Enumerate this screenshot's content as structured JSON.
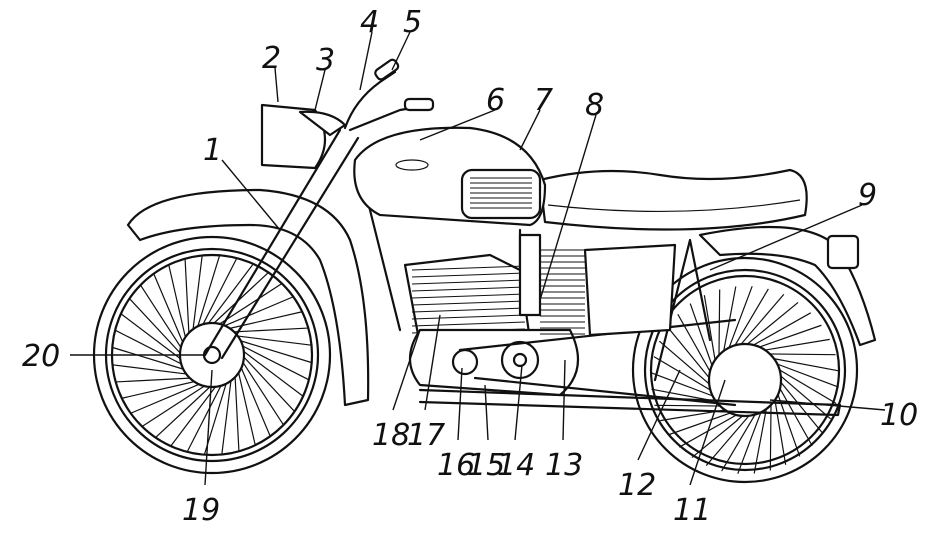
{
  "diagram": {
    "subject": "motorcycle",
    "labels": [
      "1",
      "2",
      "3",
      "4",
      "5",
      "6",
      "7",
      "8",
      "9",
      "10",
      "11",
      "12",
      "13",
      "14",
      "15",
      "16",
      "17",
      "18",
      "19",
      "20"
    ]
  }
}
